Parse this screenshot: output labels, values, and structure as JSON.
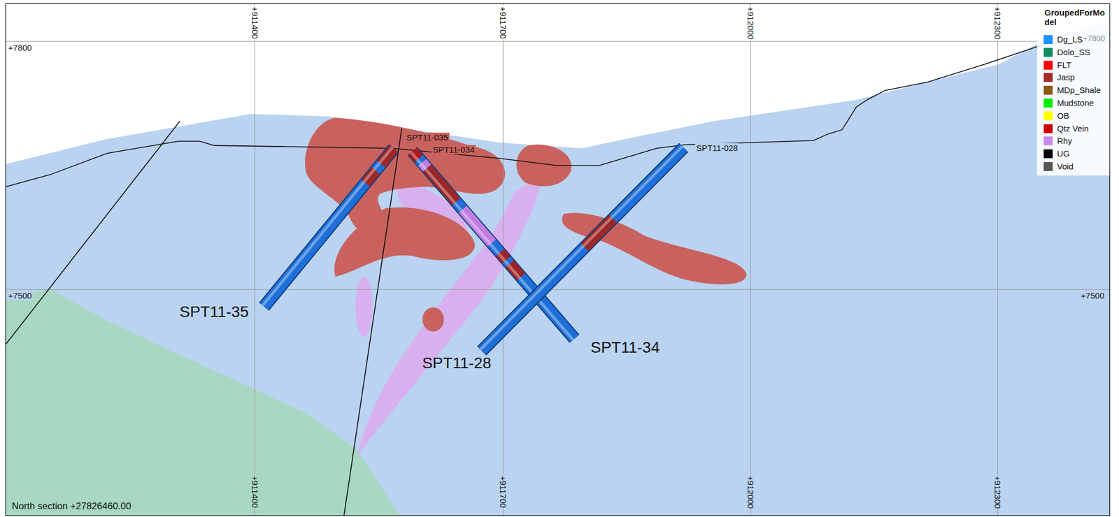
{
  "diagram": {
    "labels": [
      "+911400",
      "+911700",
      "+912000",
      "+912300",
      "+7800",
      "+7800",
      "+7500",
      "+7500",
      "SPT11-035",
      "SPT11-034",
      "SPT11-028",
      "SPT11-35",
      "SPT11-28",
      "SPT11-34",
      "+911400",
      "+911700",
      "+912000",
      "+912300",
      "North section +27826460.00",
      "GroupedForModel"
    ],
    "legend": [
      {
        "text": "Dg_LS",
        "color": "#1e90ff"
      },
      {
        "text": "Dolo_SS",
        "color": "#0f8f5f"
      },
      {
        "text": "FLT",
        "color": "#ff0000"
      },
      {
        "text": "Jasp",
        "color": "#a52a2a"
      },
      {
        "text": "MDp_Shale",
        "color": "#8b5a14"
      },
      {
        "text": "Mudstone",
        "color": "#00ee00"
      },
      {
        "text": "OB",
        "color": "#ffff00"
      },
      {
        "text": "Qtz Vein",
        "color": "#cc0000"
      },
      {
        "text": "Rhy",
        "color": "#cc88ee"
      },
      {
        "text": "UG",
        "color": "#000000"
      },
      {
        "text": "Void",
        "color": "#555555"
      }
    ]
  }
}
